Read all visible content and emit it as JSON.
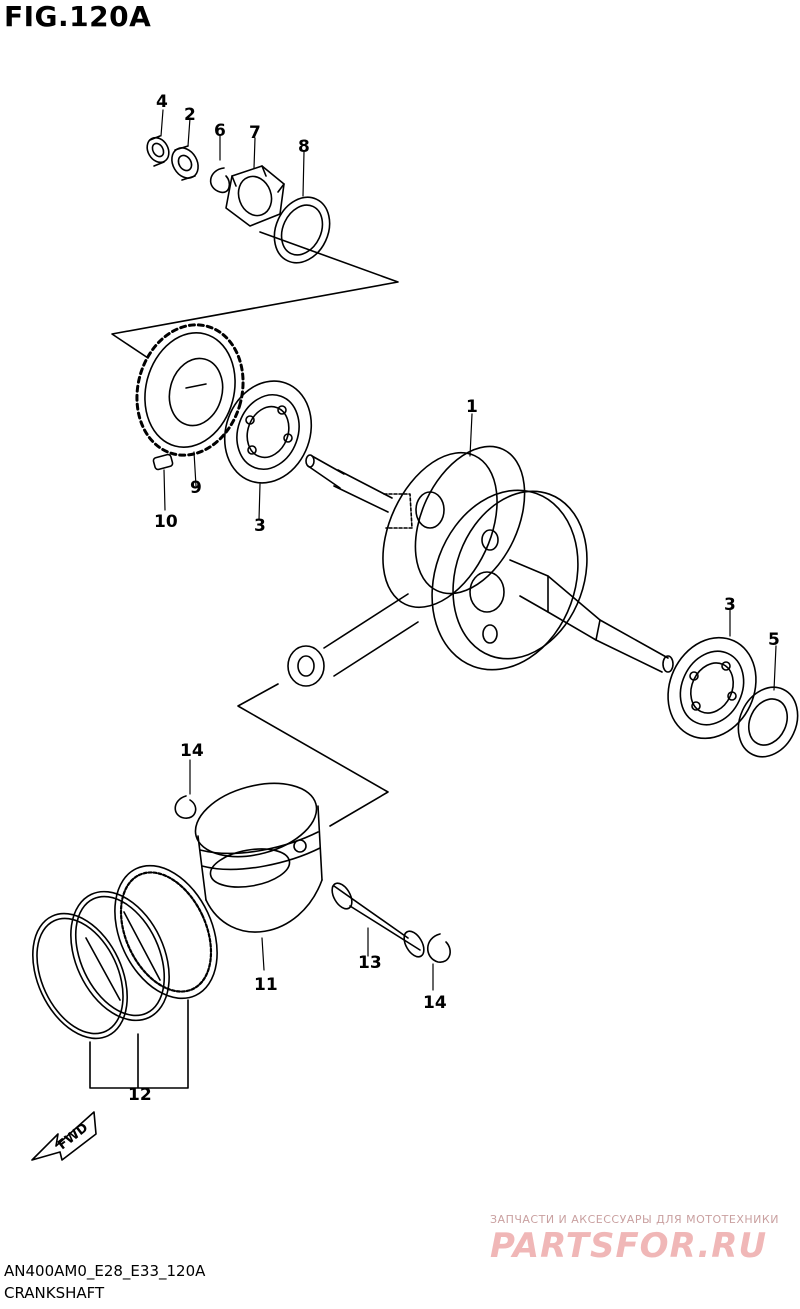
{
  "figure": {
    "title": "FIG.120A",
    "code": "AN400AM0_E28_E33_120A",
    "caption": "CRANKSHAFT"
  },
  "callouts": {
    "c1": "1",
    "c2": "2",
    "c3a": "3",
    "c3b": "3",
    "c4": "4",
    "c5": "5",
    "c6": "6",
    "c7": "7",
    "c8": "8",
    "c9": "9",
    "c10": "10",
    "c11": "11",
    "c12": "12",
    "c13": "13",
    "c14a": "14",
    "c14b": "14"
  },
  "fwd_label": "FWD",
  "watermark": {
    "line1": "ЗАПЧАСТИ И АКСЕССУАРЫ ДЛЯ МОТОТЕХНИКИ",
    "logo": "PARTSFOR.RU"
  }
}
